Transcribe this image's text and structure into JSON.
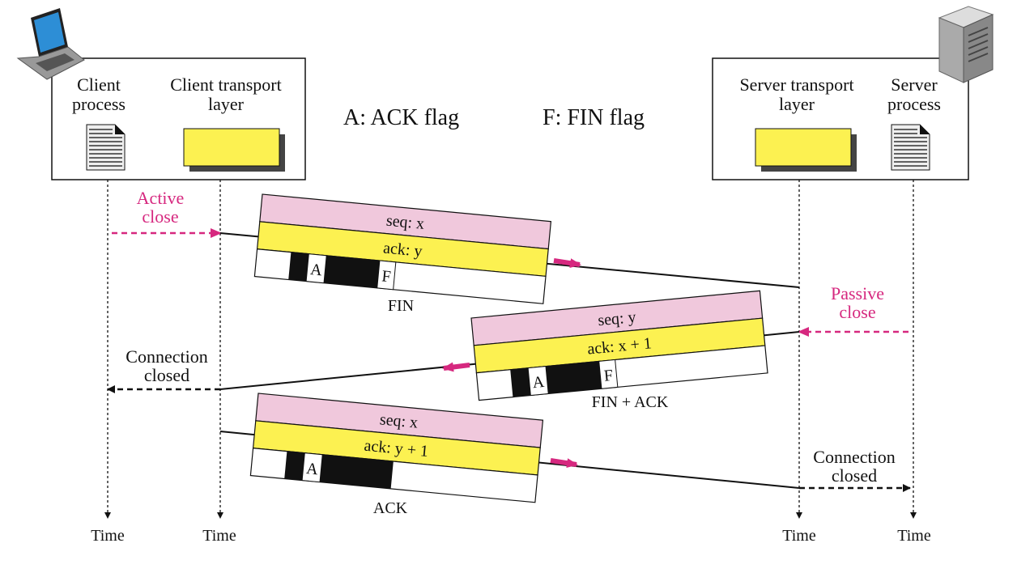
{
  "legend": {
    "ack_flag": "A: ACK flag",
    "fin_flag": "F: FIN flag"
  },
  "client": {
    "process_label": [
      "Client",
      "process"
    ],
    "transport_label": [
      "Client transport",
      "layer"
    ],
    "icon": "laptop-icon"
  },
  "server": {
    "transport_label": [
      "Server transport",
      "layer"
    ],
    "process_label": [
      "Server",
      "process"
    ],
    "icon": "server-tower-icon"
  },
  "time_label": "Time",
  "annotations": {
    "active_close": [
      "Active",
      "close"
    ],
    "passive_close": [
      "Passive",
      "close"
    ],
    "client_closed": [
      "Connection",
      "closed"
    ],
    "server_closed": [
      "Connection",
      "closed"
    ]
  },
  "segments": [
    {
      "name": "fin-segment",
      "seq": "seq: x",
      "ack": "ack: y",
      "flags": [
        "A",
        "F"
      ],
      "caption": "FIN"
    },
    {
      "name": "fin-ack-segment",
      "seq": "seq: y",
      "ack": "ack: x + 1",
      "flags": [
        "A",
        "F"
      ],
      "caption": "FIN + ACK"
    },
    {
      "name": "ack-segment",
      "seq": "seq: x",
      "ack": "ack: y + 1",
      "flags": [
        "A"
      ],
      "caption": "ACK"
    }
  ],
  "colors": {
    "seq_band": "#f0c8dc",
    "ack_band": "#fcf151",
    "transport_box": "#fcf151",
    "accent": "#d6287f",
    "flag_block": "#111111"
  }
}
